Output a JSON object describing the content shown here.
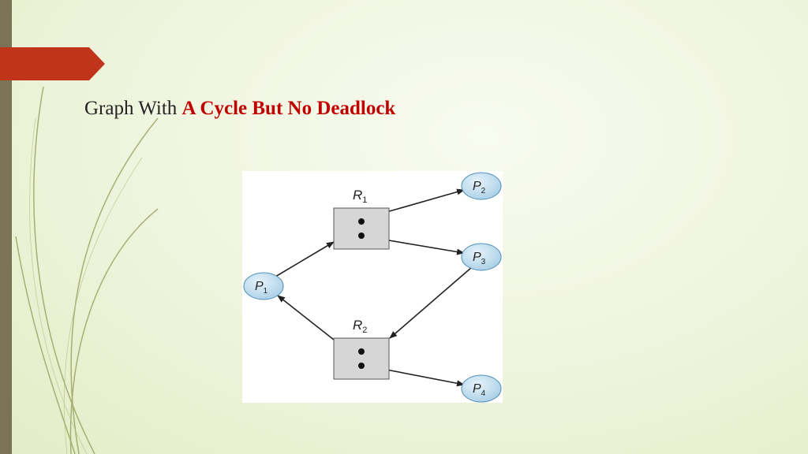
{
  "slide": {
    "title_plain": "Graph With",
    "title_highlight": "A Cycle But No Deadlock",
    "accent_color": "#c0351a"
  },
  "diagram": {
    "resources": [
      {
        "id": "R1",
        "letter": "R",
        "sub": "1",
        "instances": 2
      },
      {
        "id": "R2",
        "letter": "R",
        "sub": "2",
        "instances": 2
      }
    ],
    "processes": [
      {
        "id": "P1",
        "letter": "P",
        "sub": "1"
      },
      {
        "id": "P2",
        "letter": "P",
        "sub": "2"
      },
      {
        "id": "P3",
        "letter": "P",
        "sub": "3"
      },
      {
        "id": "P4",
        "letter": "P",
        "sub": "4"
      }
    ],
    "edges": [
      {
        "from": "R1",
        "to": "P2",
        "kind": "assignment"
      },
      {
        "from": "R1",
        "to": "P3",
        "kind": "assignment"
      },
      {
        "from": "P1",
        "to": "R1",
        "kind": "request"
      },
      {
        "from": "P3",
        "to": "R2",
        "kind": "request"
      },
      {
        "from": "R2",
        "to": "P1",
        "kind": "assignment"
      },
      {
        "from": "R2",
        "to": "P4",
        "kind": "assignment"
      }
    ]
  }
}
